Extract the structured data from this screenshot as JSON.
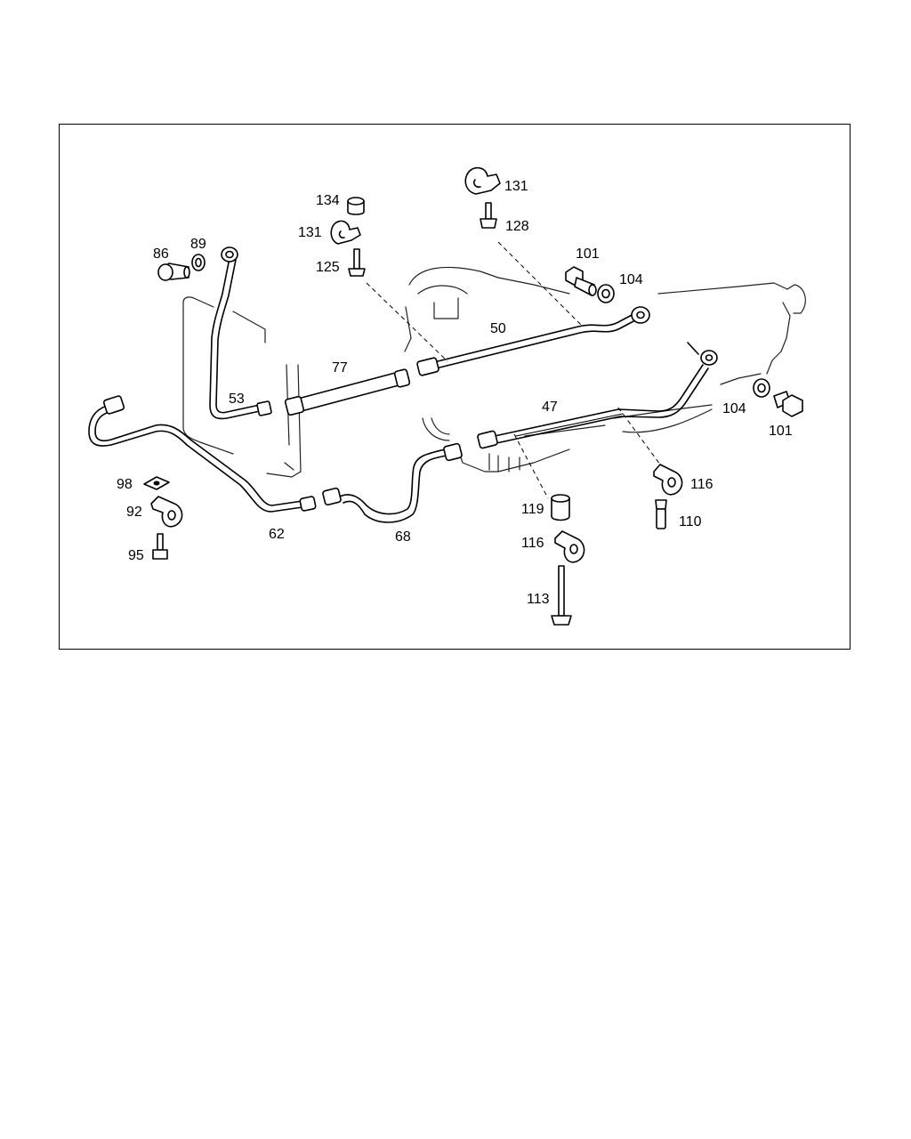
{
  "diagram": {
    "labels": {
      "p134": "134",
      "p131a": "131",
      "p125": "125",
      "p131b": "131",
      "p128": "128",
      "p86": "86",
      "p89": "89",
      "p101a": "101",
      "p104a": "104",
      "p50": "50",
      "p77": "77",
      "p53": "53",
      "p47": "47",
      "p104b": "104",
      "p101b": "101",
      "p116a": "116",
      "p110": "110",
      "p98": "98",
      "p92": "92",
      "p95": "95",
      "p62": "62",
      "p68": "68",
      "p119": "119",
      "p116b": "116",
      "p113": "113"
    }
  }
}
